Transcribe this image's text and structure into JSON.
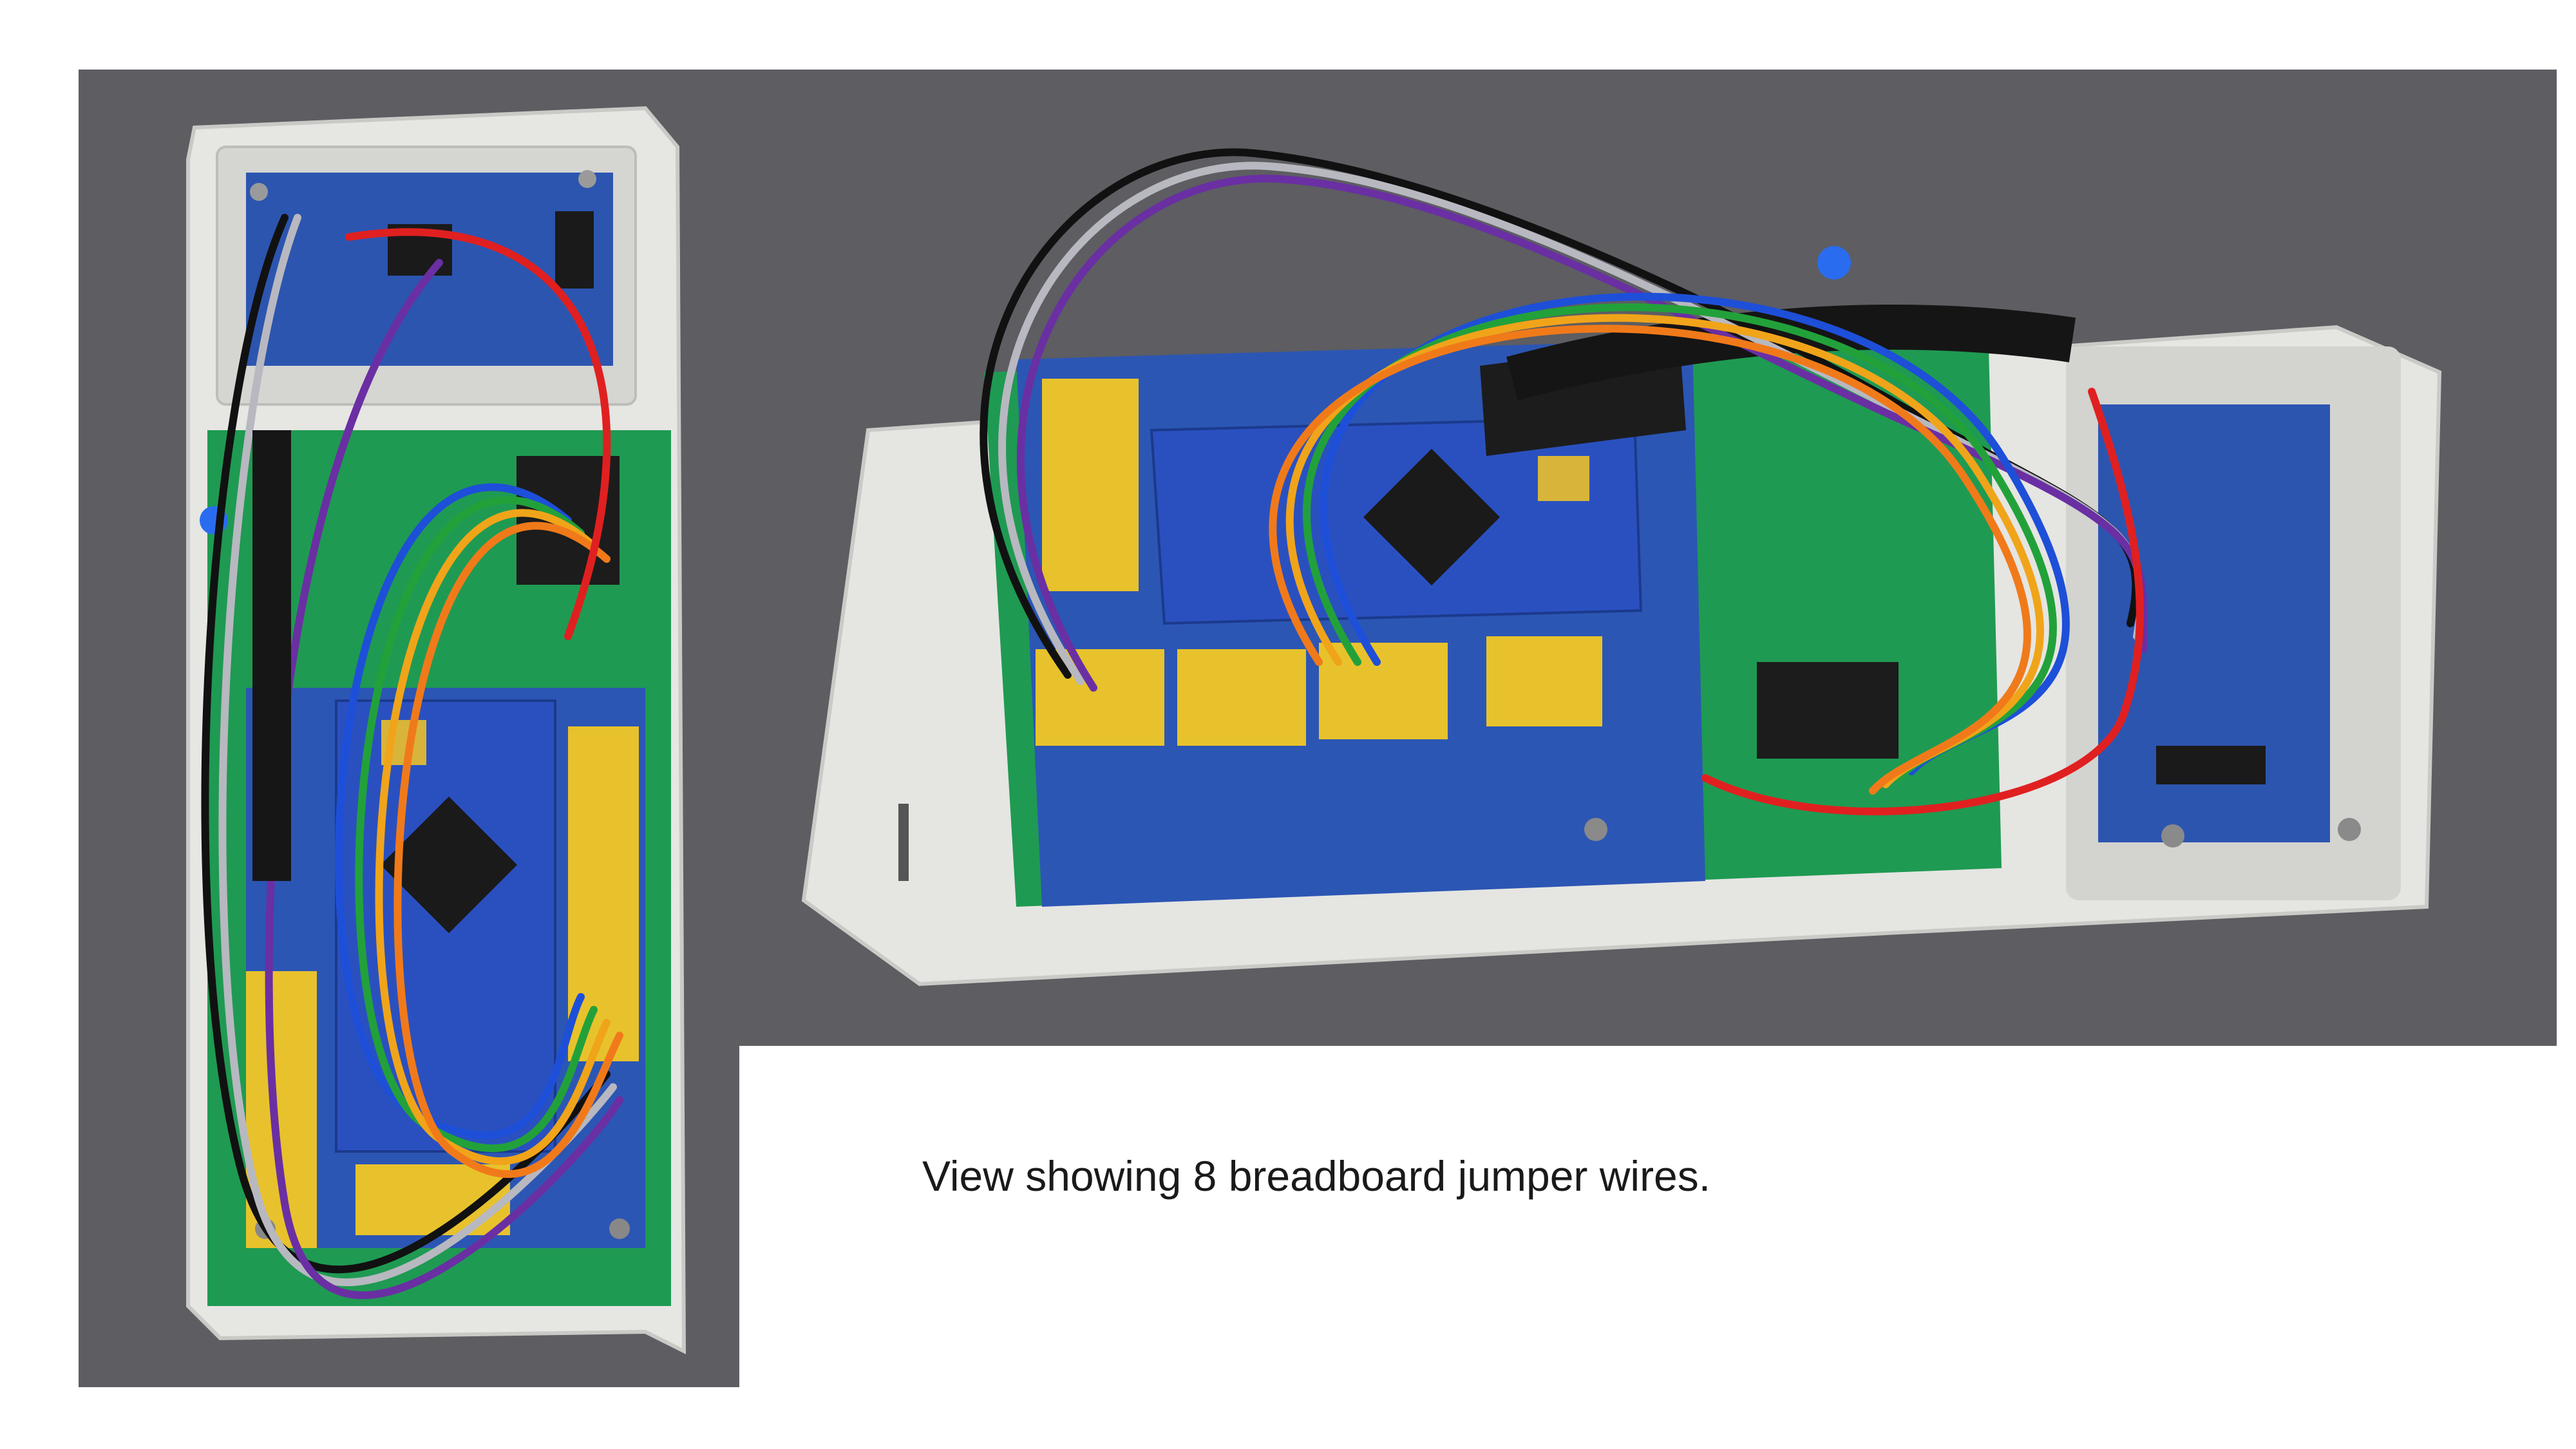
{
  "caption": "View showing 8 breadboard jumper wires.",
  "photos": [
    {
      "name": "photo-top-view",
      "subject": "enclosure with PCB, Arduino Nano shield, ultrasonic sensor and jumper wires, top view"
    },
    {
      "name": "photo-angled-view",
      "subject": "same enclosure and wiring viewed at an angle"
    }
  ],
  "colors": {
    "photo_background": "#5d5d62",
    "enclosure": "#e4e4e2",
    "pcb_green": "#1f9a52",
    "shield_blue": "#2d56b3",
    "header_yellow": "#e8c22c",
    "wires": [
      "#111111",
      "#b8b8c0",
      "#6a2fa3",
      "#1e4fd8",
      "#22a13a",
      "#f0a41a",
      "#f07a1a",
      "#e02020"
    ]
  }
}
